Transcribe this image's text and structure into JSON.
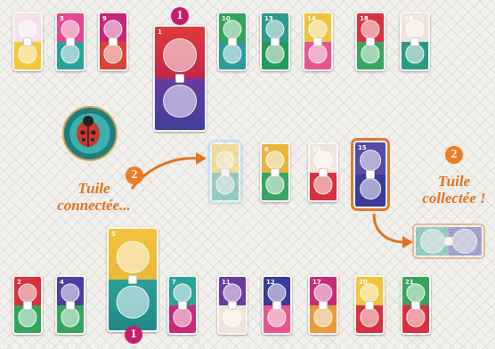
{
  "colors": {
    "accent_orange": "#e0731f",
    "badge_magenta": "#c81d6e",
    "badge_orange": "#ec7d21",
    "highlight_blue": "#9fd8e6",
    "token_teal": "#2b9a98",
    "token_red": "#c83a2e"
  },
  "badges": {
    "top_one": "1",
    "middle_two": "2",
    "right_two": "2",
    "bottom_one": "1"
  },
  "labels": {
    "connected_line1": "Tuile",
    "connected_line2": "connectée...",
    "collected_line1": "Tuile",
    "collected_line2": "collectée !"
  },
  "token": {
    "icon": "ladybug-icon"
  },
  "rows": {
    "top_row_numbers": [
      "",
      "3",
      "9",
      "1",
      "10",
      "13",
      "14",
      "18",
      "19"
    ],
    "middle_row_numbers": [
      "",
      "6",
      "16",
      "15"
    ],
    "bottom_row_numbers": [
      "2",
      "4",
      "5",
      "7",
      "11",
      "12",
      "17",
      "20",
      "21"
    ]
  }
}
